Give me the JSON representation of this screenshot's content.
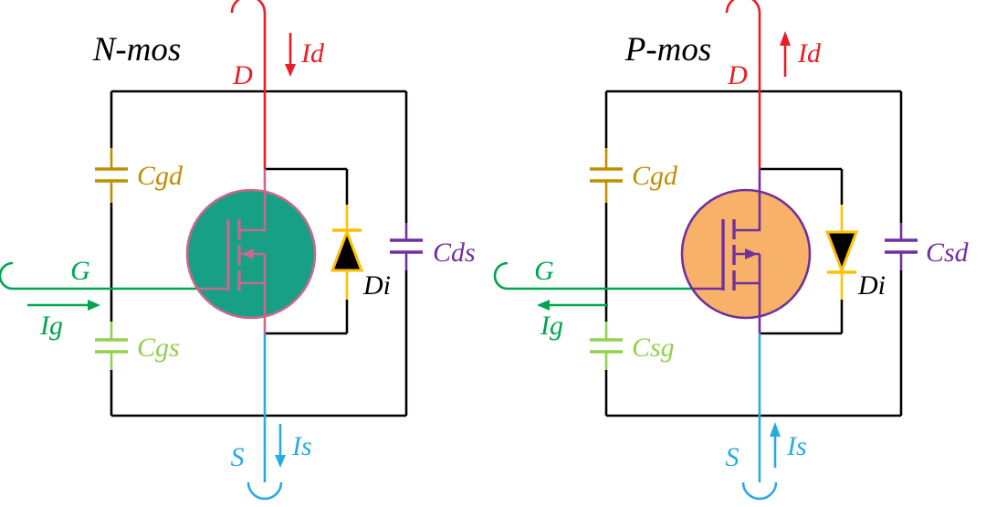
{
  "figure": {
    "left": {
      "title": "N-mos",
      "labels": {
        "drain": "D",
        "drain_current": "Id",
        "gate": "G",
        "gate_current": "Ig",
        "source": "S",
        "source_current": "Is",
        "cap_gate_drain": "Cgd",
        "cap_gate_source": "Cgs",
        "cap_drain_source": "Cds",
        "body_diode": "Di"
      }
    },
    "right": {
      "title": "P-mos",
      "labels": {
        "drain": "D",
        "drain_current": "Id",
        "gate": "G",
        "gate_current": "Ig",
        "source": "S",
        "source_current": "Is",
        "cap_gate_drain": "Cgd",
        "cap_source_gate": "Csg",
        "cap_source_drain": "Csd",
        "body_diode": "Di"
      }
    }
  },
  "colors": {
    "drain_red": "#EC1C24",
    "gate_green": "#00A550",
    "source_blue": "#29ABE2",
    "cap_gate_drain_dark_yellow": "#BF8F00",
    "cap_gate_source_light_green": "#92D050",
    "cap_drain_source_purple": "#7030A0",
    "diode_yellow": "#FFC000",
    "nmos_circle_fill_teal": "#17A086",
    "nmos_symbol_pink": "#C9688A",
    "pmos_circle_fill_orange": "#F8B169",
    "pmos_symbol_purple": "#7030A0",
    "wire_black": "#000000"
  }
}
